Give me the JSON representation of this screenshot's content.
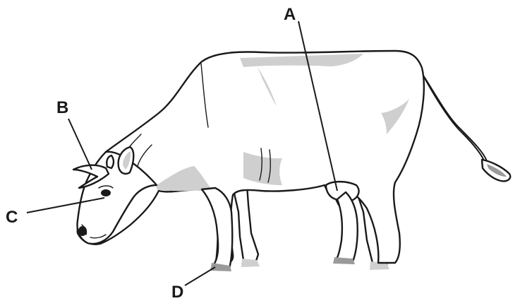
{
  "labels": {
    "a": "A",
    "b": "B",
    "c": "C",
    "d": "D"
  },
  "colors": {
    "outline": "#1a1a1a",
    "shade": "#cfcfcf",
    "background": "#ffffff"
  }
}
